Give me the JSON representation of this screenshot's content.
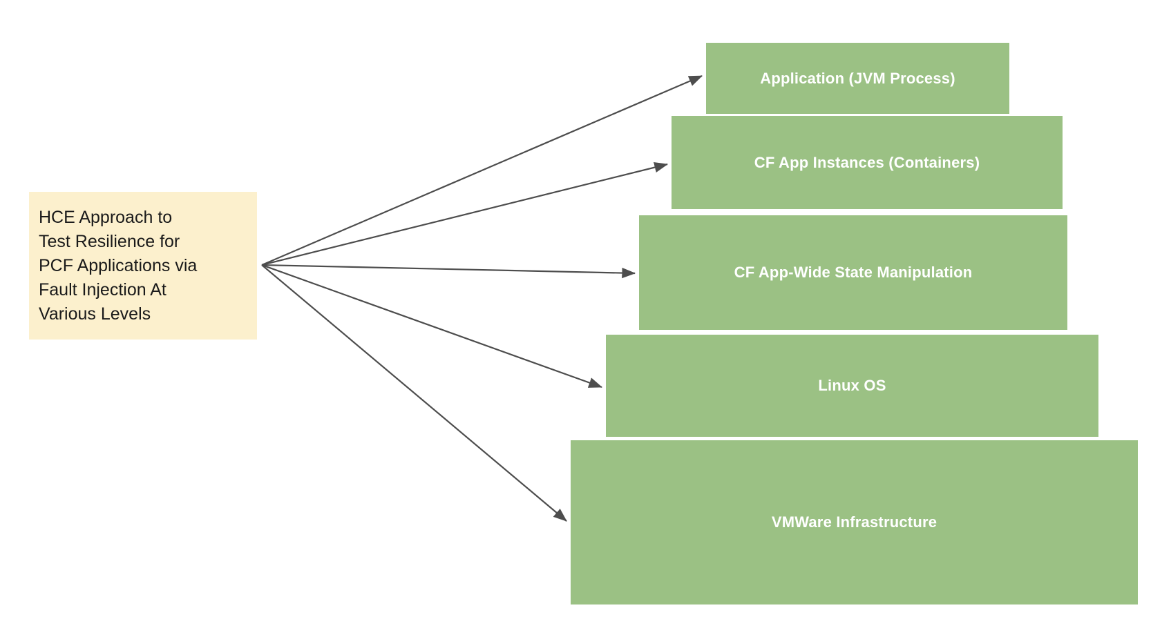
{
  "diagram": {
    "title_note": {
      "text": "HCE Approach to\nTest Resilience for\nPCF Applications via\nFault Injection At\nVarious Levels",
      "background_color": "#FCF0CD",
      "text_color": "#1a1a1a"
    },
    "layer_color": "#9BC184",
    "layer_label_color": "#FFFFFF",
    "arrow_color": "#4D4D4D",
    "layers": [
      {
        "label": "Application (JVM Process)"
      },
      {
        "label": "CF App Instances (Containers)"
      },
      {
        "label": "CF App-Wide State Manipulation"
      },
      {
        "label": "Linux OS"
      },
      {
        "label": "VMWare Infrastructure"
      }
    ],
    "connectors": [
      {
        "from": "title_note",
        "to": "Application (JVM Process)"
      },
      {
        "from": "title_note",
        "to": "CF App Instances (Containers)"
      },
      {
        "from": "title_note",
        "to": "CF App-Wide State Manipulation"
      },
      {
        "from": "title_note",
        "to": "Linux OS"
      },
      {
        "from": "title_note",
        "to": "VMWare Infrastructure"
      }
    ]
  }
}
